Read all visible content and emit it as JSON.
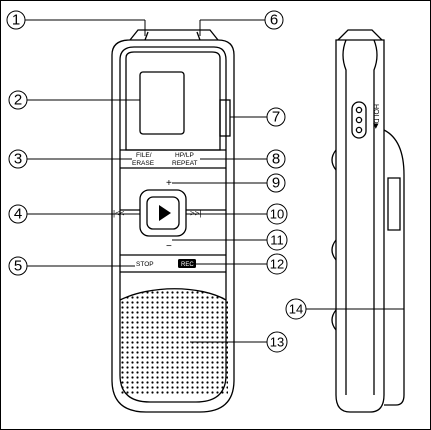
{
  "figure": {
    "device_labels": {
      "file_erase_line1": "FILE/",
      "file_erase_line2": "ERASE",
      "hp_repeat_line1": "HP/LP",
      "hp_repeat_line2": "REPEAT",
      "plus_sign": "+",
      "minus_sign": "−",
      "rewind_sign": "|<<",
      "forward_sign": ">>|",
      "stop": "STOP",
      "rec": "REC",
      "hold": "HOLD▶"
    },
    "callouts": [
      "1",
      "2",
      "3",
      "4",
      "5",
      "6",
      "7",
      "8",
      "9",
      "10",
      "11",
      "12",
      "13",
      "14"
    ]
  }
}
